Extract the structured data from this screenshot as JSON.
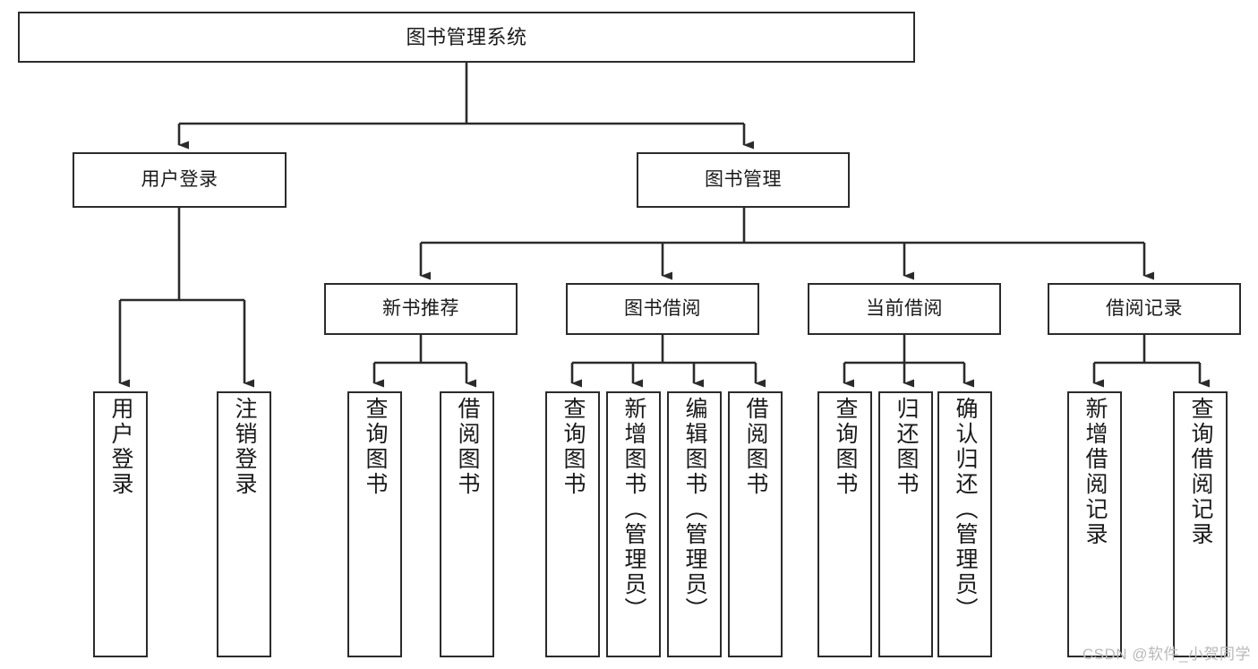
{
  "diagram": {
    "title": "图书管理系统",
    "watermark": "CSDN @软件_小贺同学",
    "colors": {
      "border": "#2b2b2b",
      "background": "#ffffff",
      "text": "#1a1a1a",
      "watermark": "#b9b9b9"
    },
    "levels": {
      "root": {
        "label": "图书管理系统"
      },
      "level1": [
        {
          "label": "用户登录"
        },
        {
          "label": "图书管理"
        }
      ],
      "level2": [
        {
          "label": "新书推荐"
        },
        {
          "label": "图书借阅"
        },
        {
          "label": "当前借阅"
        },
        {
          "label": "借阅记录"
        }
      ],
      "leaves": {
        "user_login": [
          {
            "label": "用户登录"
          },
          {
            "label": "注销登录"
          }
        ],
        "new_book_recommend": [
          {
            "label": "查询图书"
          },
          {
            "label": "借阅图书"
          }
        ],
        "book_borrow": [
          {
            "label": "查询图书"
          },
          {
            "label": "新增图书（管理员）"
          },
          {
            "label": "编辑图书（管理员）"
          },
          {
            "label": "借阅图书"
          }
        ],
        "current_borrow": [
          {
            "label": "查询图书"
          },
          {
            "label": "归还图书"
          },
          {
            "label": "确认归还（管理员）"
          }
        ],
        "borrow_record": [
          {
            "label": "新增借阅记录"
          },
          {
            "label": "查询借阅记录"
          }
        ]
      }
    }
  }
}
